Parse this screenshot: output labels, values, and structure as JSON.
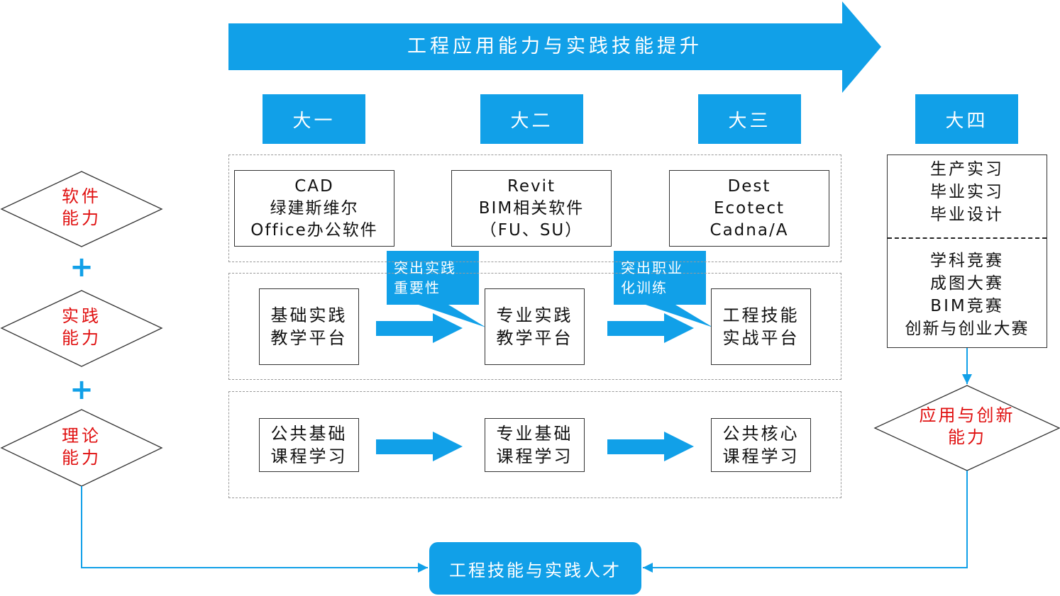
{
  "colors": {
    "accent": "#11a0e8",
    "highlight_text": "#e01010",
    "border": "#333333",
    "dashed": "#9a9a9a"
  },
  "banner": {
    "title": "工程应用能力与实践技能提升"
  },
  "years": [
    "大一",
    "大二",
    "大三",
    "大四"
  ],
  "software": [
    {
      "lines": [
        "CAD",
        "绿建斯维尔",
        "Office办公软件"
      ]
    },
    {
      "lines": [
        "Revit",
        "BIM相关软件",
        "（FU、SU）"
      ]
    },
    {
      "lines": [
        "Dest",
        "Ecotect",
        "Cadna/A"
      ]
    }
  ],
  "callouts": [
    {
      "lines": [
        "突出实践",
        "重要性"
      ]
    },
    {
      "lines": [
        "突出职业",
        "化训练"
      ]
    }
  ],
  "platforms": [
    {
      "lines": [
        "基础实践",
        "教学平台"
      ]
    },
    {
      "lines": [
        "专业实践",
        "教学平台"
      ]
    },
    {
      "lines": [
        "工程技能",
        "实战平台"
      ]
    }
  ],
  "courses": [
    {
      "lines": [
        "公共基础",
        "课程学习"
      ]
    },
    {
      "lines": [
        "专业基础",
        "课程学习"
      ]
    },
    {
      "lines": [
        "公共核心",
        "课程学习"
      ]
    }
  ],
  "year4": {
    "top": [
      "生产实习",
      "毕业实习",
      "毕业设计"
    ],
    "bottom": [
      "学科竞赛",
      "成图大赛",
      "BIM竞赛",
      "创新与创业大赛"
    ]
  },
  "abilities": [
    {
      "lines": [
        "软件",
        "能力"
      ]
    },
    {
      "lines": [
        "实践",
        "能力"
      ]
    },
    {
      "lines": [
        "理论",
        "能力"
      ]
    }
  ],
  "plus_sign": "+",
  "outcome_right": {
    "lines": [
      "应用与创新",
      "能力"
    ]
  },
  "result": {
    "label": "工程技能与实践人才"
  }
}
